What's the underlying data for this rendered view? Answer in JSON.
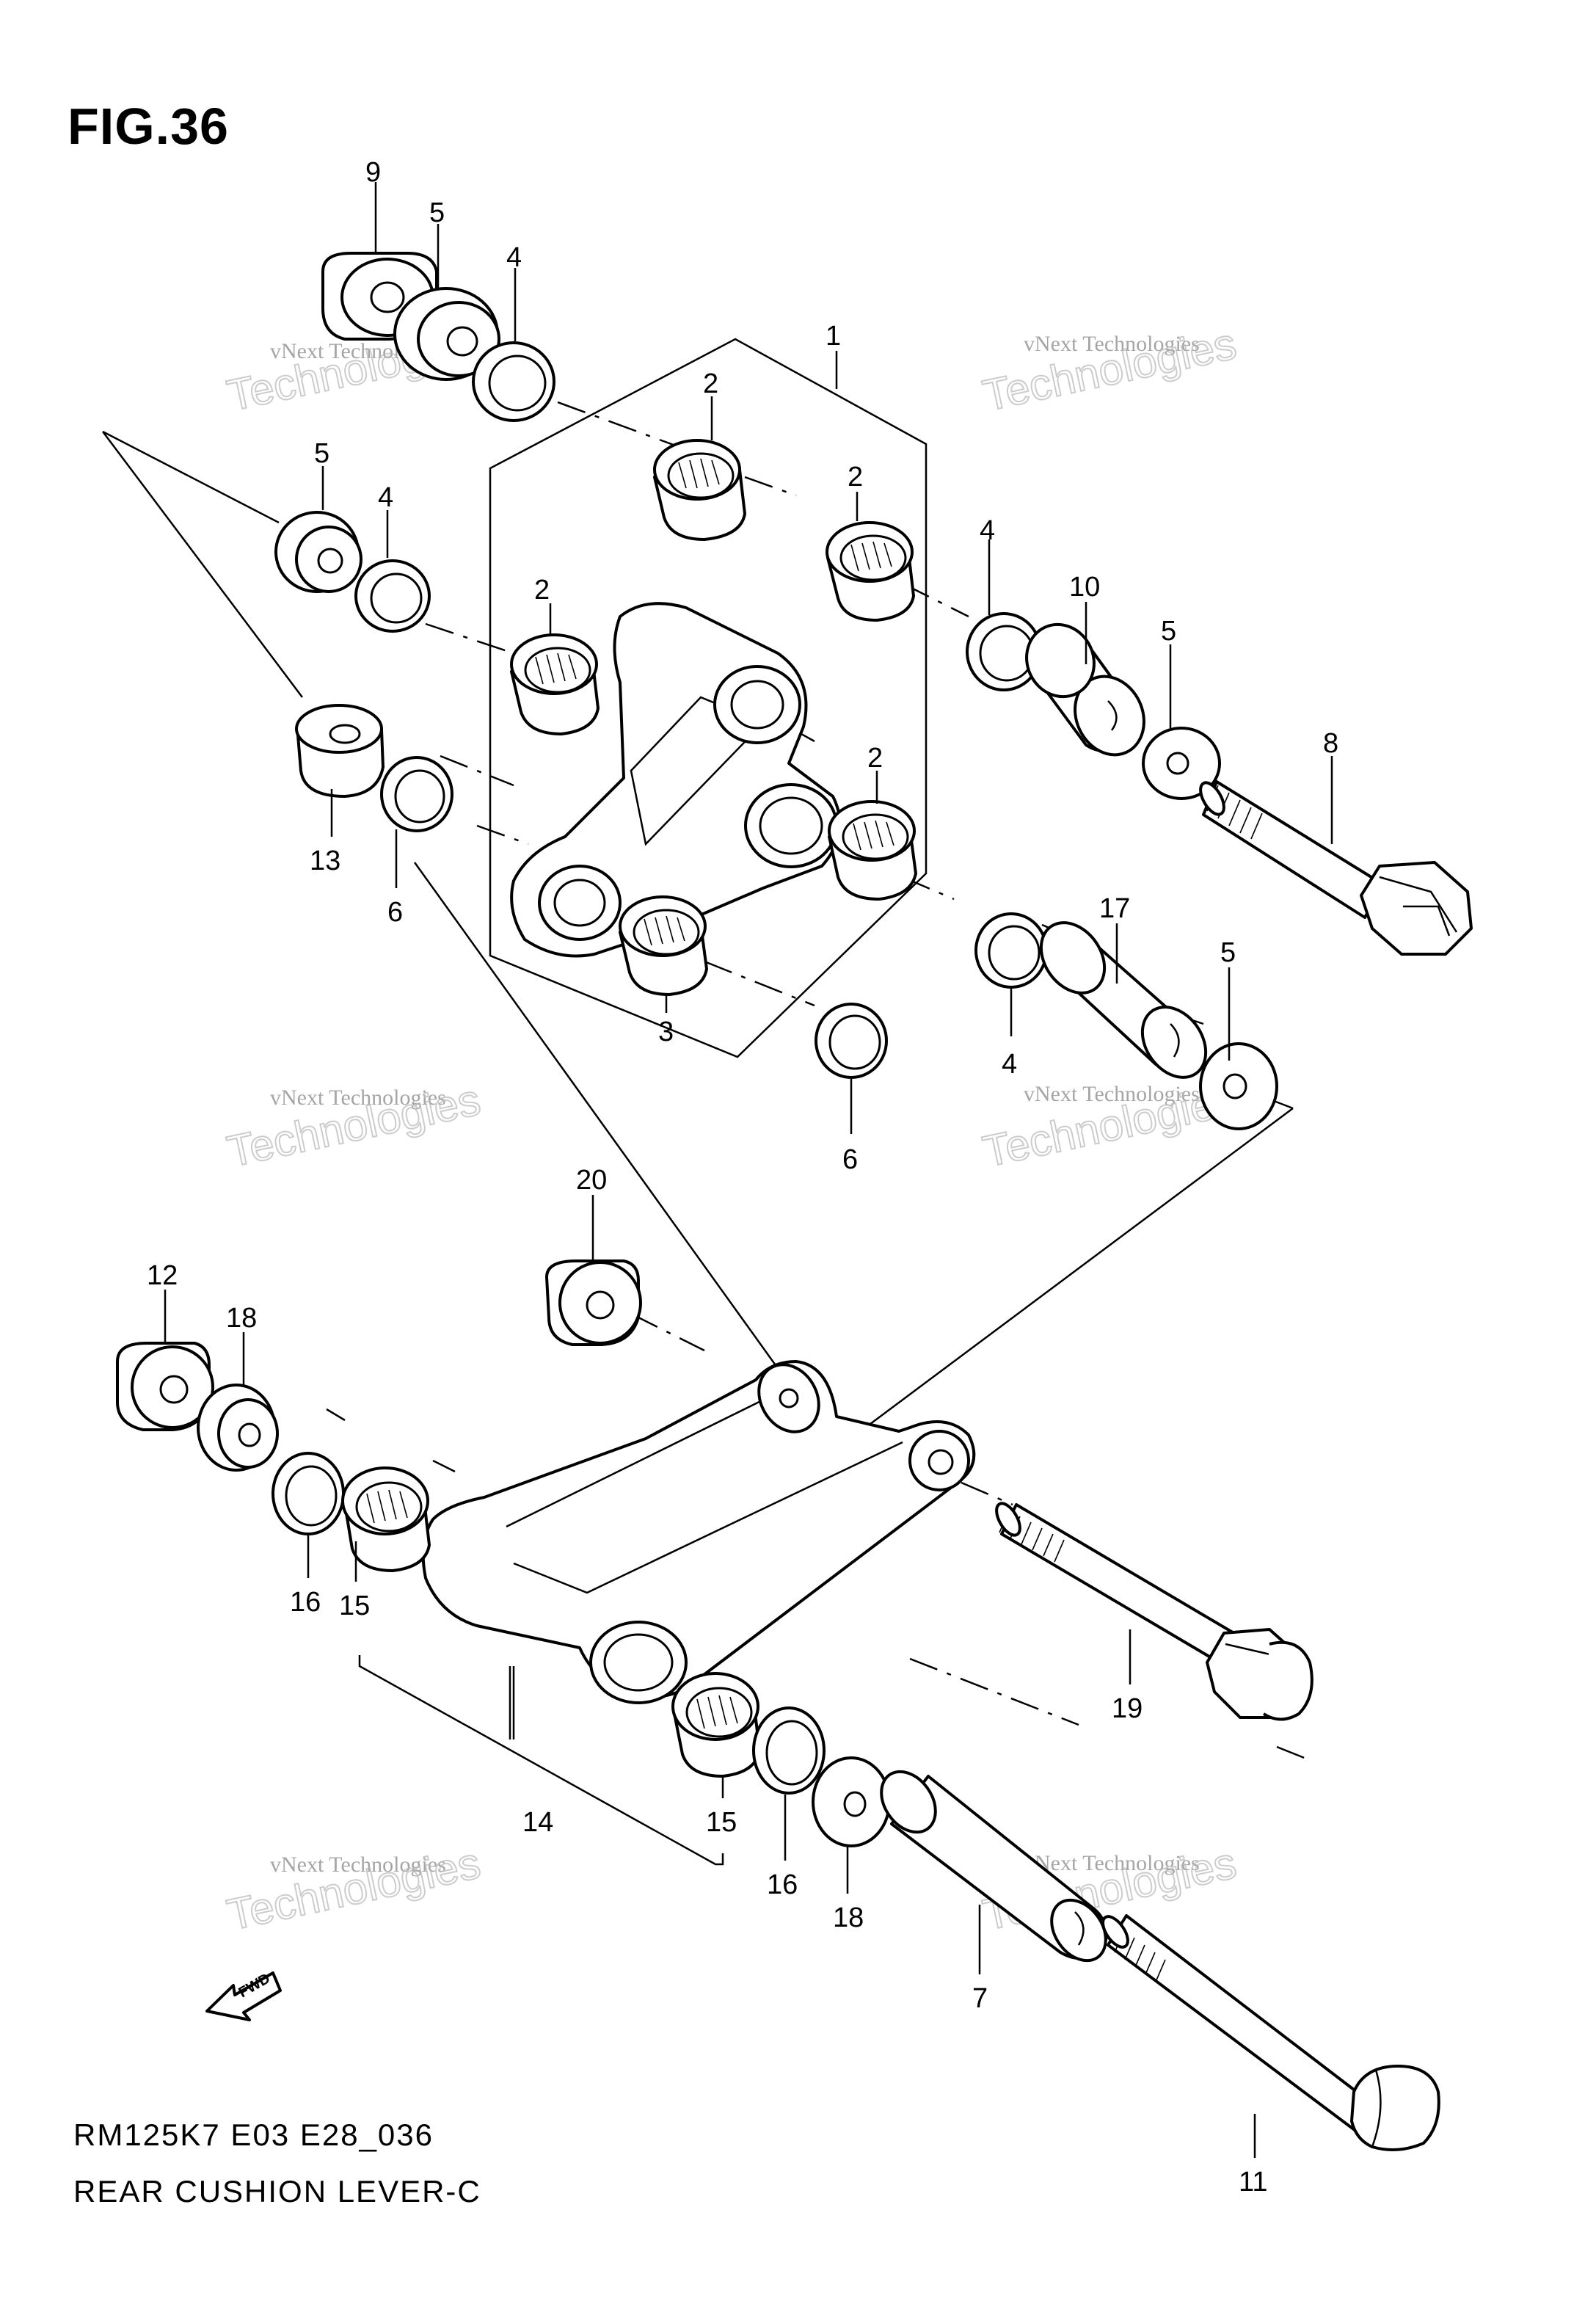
{
  "header": {
    "figure_label": "FIG.36"
  },
  "footer": {
    "model_code": "RM125K7 E03 E28_036",
    "title": "REAR CUSHION LEVER-C"
  },
  "watermark": {
    "line1": "vNext Technologies",
    "line2": "Technologies"
  },
  "fwd_label": "FWD",
  "callouts": {
    "n1": "1",
    "n2": "2",
    "n3": "3",
    "n4": "4",
    "n5": "5",
    "n6": "6",
    "n7": "7",
    "n8": "8",
    "n9": "9",
    "n10": "10",
    "n11": "11",
    "n12": "12",
    "n13": "13",
    "n14": "14",
    "n15": "15",
    "n16": "16",
    "n17": "17",
    "n18": "18",
    "n19": "19",
    "n20": "20"
  }
}
